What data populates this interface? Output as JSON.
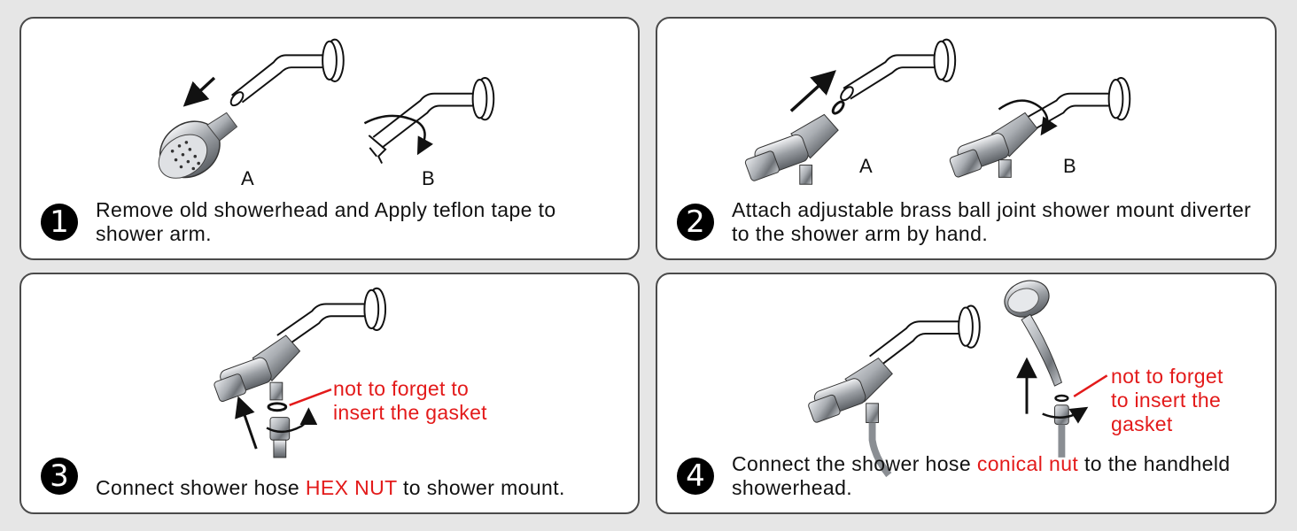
{
  "steps": [
    {
      "number": "1",
      "text": "Remove old showerhead and Apply teflon tape to shower arm.",
      "labels": [
        "A",
        "B"
      ]
    },
    {
      "number": "2",
      "text": "Attach adjustable brass ball joint shower mount diverter to the shower arm by hand.",
      "labels": [
        "A",
        "B"
      ]
    },
    {
      "number": "3",
      "text_before": "Connect shower hose ",
      "highlight": "HEX NUT",
      "text_after": " to shower mount.",
      "note_line1": "not to forget to",
      "note_line2": "insert the gasket"
    },
    {
      "number": "4",
      "text_before": "Connect the shower hose ",
      "highlight": "conical nut",
      "text_after": " to the handheld showerhead.",
      "note_line1": "not to forget",
      "note_line2": "to insert the",
      "note_line3": "gasket"
    }
  ],
  "colors": {
    "highlight": "#e31a1a",
    "border": "#4a4a4a",
    "chrome": "#b9bcc0"
  }
}
